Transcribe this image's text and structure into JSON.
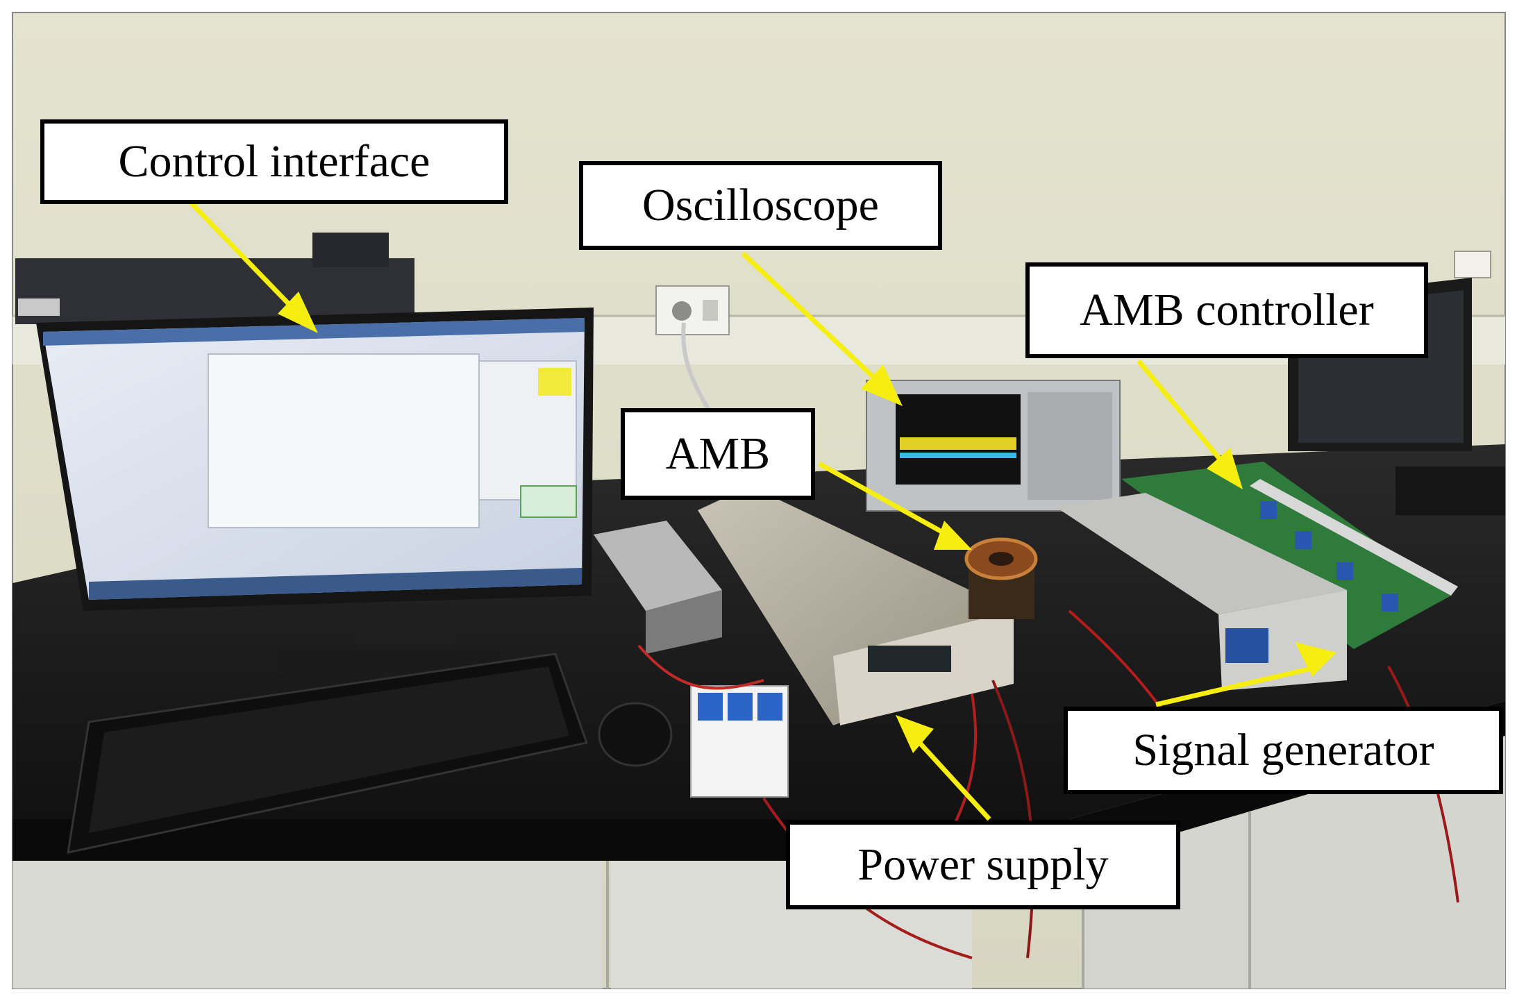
{
  "labels": {
    "control_interface": "Control interface",
    "oscilloscope": "Oscilloscope",
    "amb_controller": "AMB controller",
    "amb": "AMB",
    "signal_generator": "Signal generator",
    "power_supply": "Power supply"
  },
  "colors": {
    "arrow": "#f5ee10",
    "label_border": "#000000",
    "label_fill": "#ffffff"
  }
}
